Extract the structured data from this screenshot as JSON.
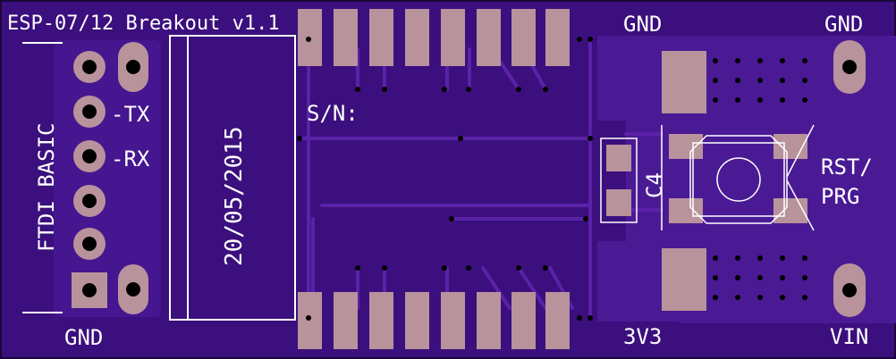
{
  "board": {
    "title": "ESP-07/12 Breakout v1.1",
    "date": "20/05/2015",
    "serial_label": "S/N:",
    "component_label": "C4",
    "button_label_line1": "RST/",
    "button_label_line2": "PRG"
  },
  "ftdi": {
    "header_label": "FTDI BASIC",
    "tx_label": "-TX",
    "rx_label": "-RX",
    "gnd_label": "GND"
  },
  "right_header": {
    "top_right_gnd": "GND",
    "top_mid_gnd": "GND",
    "bottom_mid_3v3": "3V3",
    "bottom_right_vin": "VIN"
  },
  "colors": {
    "board": "#3a0f7a",
    "board_dark": "#2a0a55",
    "copper": "#4d1a9a",
    "pad": "#b7929a",
    "silkscreen": "#ffffff",
    "drill": "#000000"
  }
}
